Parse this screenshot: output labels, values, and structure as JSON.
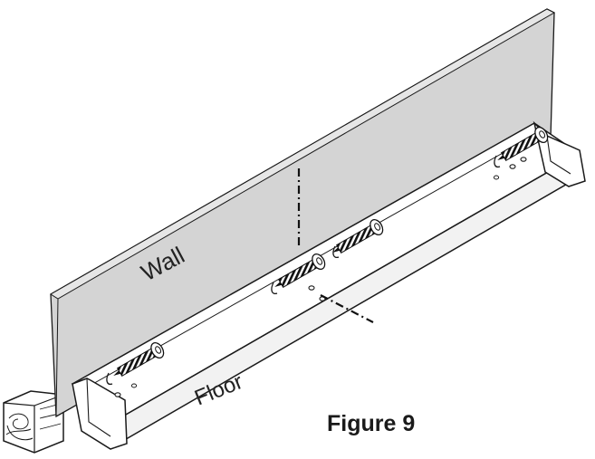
{
  "labels": {
    "wall": "Wall",
    "floor": "Floor",
    "figure": "Figure 9"
  },
  "colors": {
    "wall_fill": "#d4d4d4",
    "outline": "#1a1a1a",
    "bracket_fill": "#ffffff",
    "text": "#222222"
  },
  "icons": {
    "screw": "screw-icon",
    "wood_block": "wood-block-icon"
  }
}
